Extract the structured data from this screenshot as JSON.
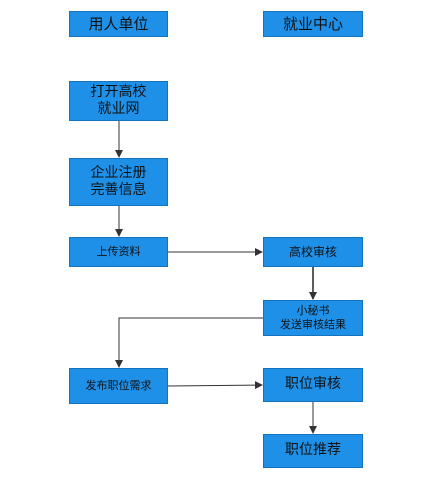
{
  "headers": {
    "left": "用人单位",
    "right": "就业中心"
  },
  "steps": {
    "open_site": [
      "打开高校",
      "就业网"
    ],
    "register": [
      "企业注册",
      "完善信息"
    ],
    "upload": "上传资料",
    "school_review": "高校审核",
    "secretary": [
      "小秘书",
      "发送审核结果"
    ],
    "publish": "发布职位需求",
    "job_review": "职位审核",
    "job_recommend": "职位推荐"
  },
  "colors": {
    "box_fill": "#1E90E8",
    "box_border": "#1573BD",
    "text": "#111111",
    "connector": "#333333"
  }
}
